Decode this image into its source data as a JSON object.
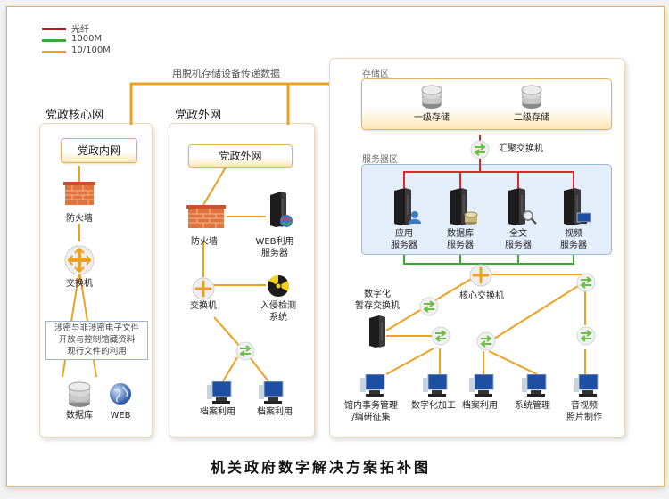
{
  "legend": [
    {
      "label": "光纤",
      "color": "#b0182a"
    },
    {
      "label": "1000M",
      "color": "#3aaa35"
    },
    {
      "label": "10/100M",
      "color": "#f0a020"
    }
  ],
  "offline_transfer_label": "用脱机存储设备传递数据",
  "core_network": {
    "title": "党政核心网",
    "header": "党政内网",
    "firewall": "防火墙",
    "switch": "交换机",
    "note_lines": [
      "涉密与非涉密电子文件",
      "开放与控制馆藏资料",
      "现行文件的利用"
    ],
    "database": "数据库",
    "web": "WEB"
  },
  "external_network": {
    "title": "党政外网",
    "header": "党政外网",
    "firewall": "防火墙",
    "web_server_lines": [
      "WEB利用",
      "服务器"
    ],
    "switch": "交换机",
    "ids_lines": [
      "入侵检测",
      "系统"
    ],
    "pc1": "档案利用",
    "pc2": "档案利用"
  },
  "storage_zone": {
    "title": "存储区",
    "storage1": "一级存储",
    "storage2": "二级存储"
  },
  "aggregation_switch": "汇聚交换机",
  "server_zone": {
    "title": "服务器区",
    "servers": [
      {
        "lines": [
          "应用",
          "服务器"
        ],
        "badge": "user"
      },
      {
        "lines": [
          "数据库",
          "服务器"
        ],
        "badge": "database"
      },
      {
        "lines": [
          "全文",
          "服务器"
        ],
        "badge": "search"
      },
      {
        "lines": [
          "视频",
          "服务器"
        ],
        "badge": "monitor"
      }
    ]
  },
  "core_switch": "核心交换机",
  "digital_staging_switch_lines": [
    "数字化",
    "暂存交换机"
  ],
  "workstations": [
    {
      "lines": [
        "馆内事务管理",
        "/编研征集"
      ]
    },
    {
      "lines": [
        "数字化加工"
      ]
    },
    {
      "lines": [
        "档案利用"
      ]
    },
    {
      "lines": [
        "系统管理"
      ]
    },
    {
      "lines": [
        "音视频",
        "照片制作"
      ]
    }
  ],
  "caption": "机关政府数字解决方案拓补图"
}
